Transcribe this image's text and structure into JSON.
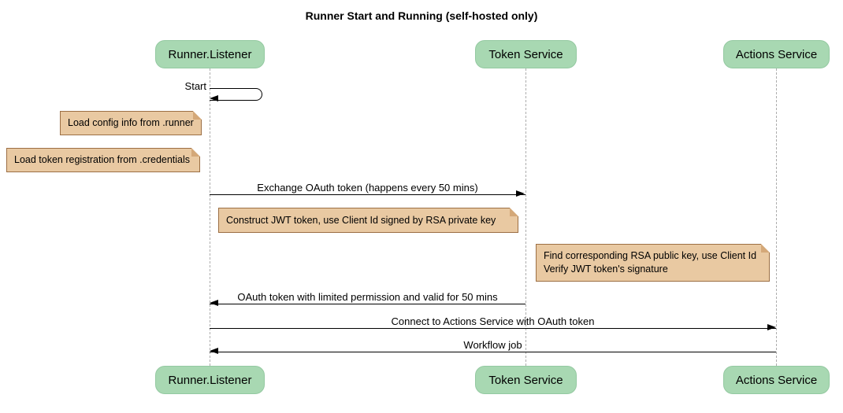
{
  "title": "Runner Start and Running (self-hosted only)",
  "participants": [
    {
      "name": "Runner.Listener"
    },
    {
      "name": "Token Service"
    },
    {
      "name": "Actions Service"
    }
  ],
  "messages": [
    {
      "label": "Start",
      "from": "Runner.Listener",
      "to": "Runner.Listener",
      "kind": "self"
    },
    {
      "label": "Exchange OAuth token (happens every 50 mins)",
      "from": "Runner.Listener",
      "to": "Token Service",
      "kind": "solid-arrow"
    },
    {
      "label": "OAuth token with limited permission and valid for 50 mins",
      "from": "Token Service",
      "to": "Runner.Listener",
      "kind": "solid-arrow"
    },
    {
      "label": "Connect to Actions Service with OAuth token",
      "from": "Runner.Listener",
      "to": "Actions Service",
      "kind": "solid-arrow"
    },
    {
      "label": "Workflow job",
      "from": "Actions Service",
      "to": "Runner.Listener",
      "kind": "solid-arrow"
    }
  ],
  "notes": [
    {
      "text": "Load config info from .runner",
      "position": "left of Runner.Listener"
    },
    {
      "text": "Load token registration from .credentials",
      "position": "left of Runner.Listener"
    },
    {
      "text": "Construct JWT token, use Client Id signed by RSA private key",
      "position": "between Runner.Listener and Token Service"
    },
    {
      "text": "Find corresponding RSA public key, use Client Id\nVerify JWT token's signature",
      "position": "right of Token Service"
    }
  ],
  "colors": {
    "background": "#FFFFFF",
    "participant_fill": "#A8D8B2",
    "participant_border": "#94C9A1",
    "note_fill": "#E9C9A2",
    "note_border": "#9C6F44",
    "note_fold": "#D4A878",
    "lifeline": "#ADADAD",
    "arrow": "#000000",
    "text": "#000000"
  }
}
